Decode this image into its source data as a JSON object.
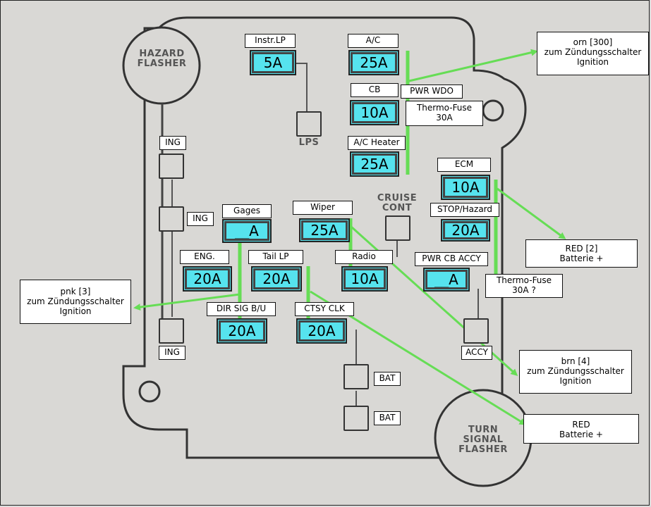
{
  "engraved": {
    "hazard_line1": "HAZARD",
    "hazard_line2": "FLASHER",
    "turn_line1": "TURN",
    "turn_line2": "SIGNAL",
    "turn_line3": "FLASHER",
    "cruise_line1": "CRUISE",
    "cruise_line2": "CONT",
    "lps": "LPS"
  },
  "labels": {
    "instr_lp": "Instr.LP",
    "ac": "A/C",
    "cb": "CB",
    "pwr_wdo": "PWR WDO",
    "thermo_fuse_1": "Thermo-Fuse",
    "thermo_fuse_1b": "30A",
    "ac_heater": "A/C Heater",
    "ecm": "ECM",
    "stop_hazard": "STOP/Hazard",
    "ing_1": "ING",
    "ing_2": "ING",
    "ing_3": "ING",
    "gages": "Gages",
    "wiper": "Wiper",
    "eng": "ENG.",
    "tail_lp": "Tail LP",
    "radio": "Radio",
    "pwr_cb_accy": "PWR CB ACCY",
    "thermo_fuse_2": "Thermo-Fuse",
    "thermo_fuse_2b": "30A ?",
    "dir_sig": "DIR SIG B/U",
    "ctsy_clk": "CTSY CLK",
    "accy": "ACCY",
    "bat_1": "BAT",
    "bat_2": "BAT"
  },
  "fuses": {
    "instr_lp": "5A",
    "ac": "25A",
    "cb": "10A",
    "ac_heater": "25A",
    "ecm": "10A",
    "stop_hazard": "20A",
    "gages": "__A",
    "wiper": "25A",
    "eng": "20A",
    "tail_lp": "20A",
    "radio": "10A",
    "pwr_cb_accy": "__A",
    "dir_sig": "20A",
    "ctsy_clk": "20A"
  },
  "notes": {
    "orn_1": "orn [300]",
    "orn_2": "zum Zündungsschalter",
    "orn_3": "Ignition",
    "red2_1": "RED [2]",
    "red2_2": "Batterie +",
    "pnk_1": "pnk [3]",
    "pnk_2": "zum Zündungsschalter",
    "pnk_3": "Ignition",
    "brn_1": "brn [4]",
    "brn_2": "zum Zündungsschalter",
    "brn_3": "Ignition",
    "red_1": "RED",
    "red_2": "Batterie +"
  },
  "colors": {
    "fuse_fill": "#56e3ee",
    "wire_green": "#66dd55",
    "board_line": "#333333"
  }
}
